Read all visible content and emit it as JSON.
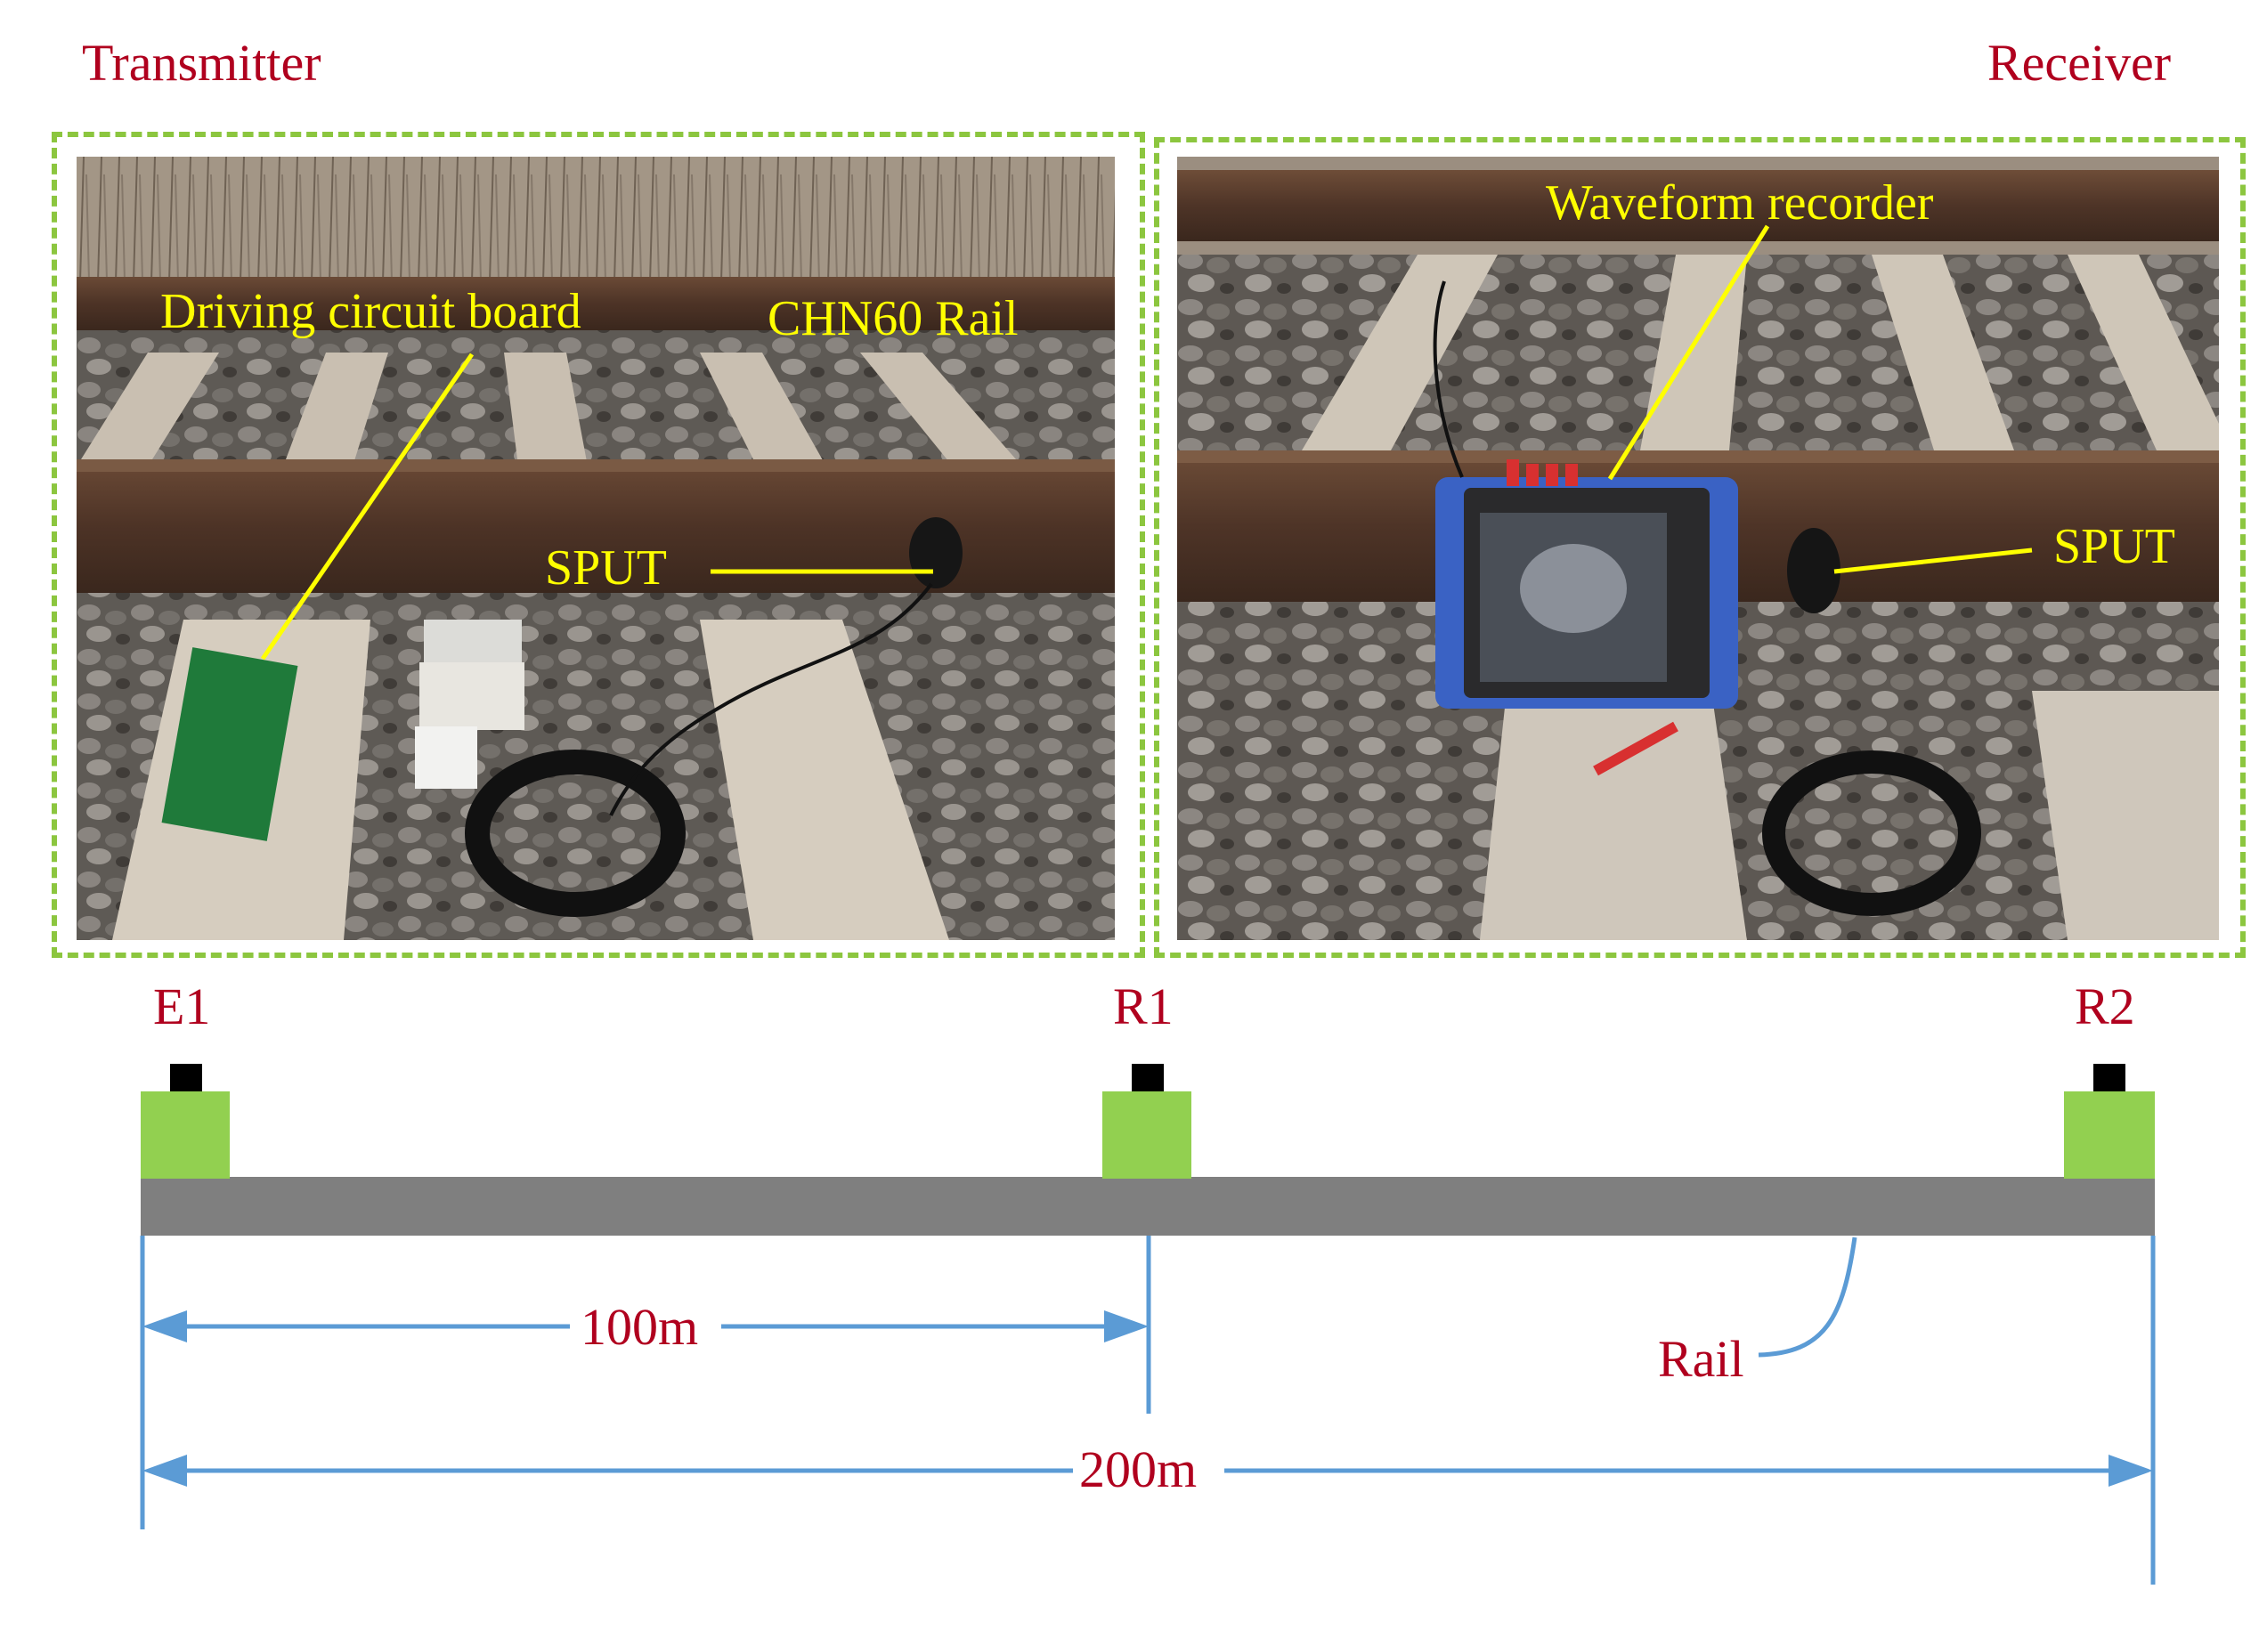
{
  "headings": {
    "transmitter": "Transmitter",
    "receiver": "Receiver"
  },
  "left_photo": {
    "labels": {
      "driving_board": "Driving circuit board",
      "rail": "CHN60 Rail",
      "sput": "SPUT"
    }
  },
  "right_photo": {
    "labels": {
      "recorder": "Waveform recorder",
      "sput": "SPUT"
    }
  },
  "schematic": {
    "sensors": {
      "e1": "E1",
      "r1": "R1",
      "r2": "R2"
    },
    "rail_label": "Rail",
    "dim_short": "100m",
    "dim_long": "200m"
  },
  "colors": {
    "label_red": "#b0001e",
    "label_yellow": "#ffff00",
    "frame_green": "#8cc63f",
    "sensor_green": "#92d050",
    "rail_gray": "#7f7f7f",
    "dimension_blue": "#5b9bd5"
  }
}
